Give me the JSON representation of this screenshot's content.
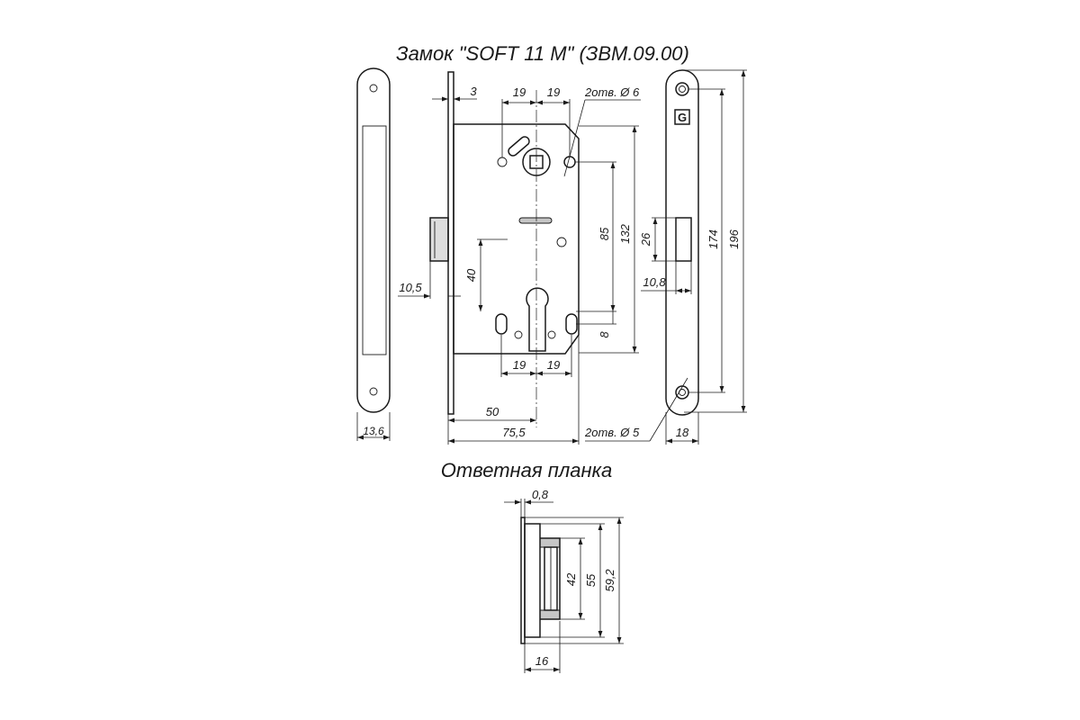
{
  "titles": {
    "lock": "Замок \"SOFT 11 M\" (ЗВМ.09.00)",
    "strike": "Ответная планка"
  },
  "dims": {
    "d3": "3",
    "d19a": "19",
    "d19b": "19",
    "holes6": "2отв. Ø 6",
    "d85": "85",
    "d132": "132",
    "d40": "40",
    "d105": "10,5",
    "d8": "8",
    "d19c": "19",
    "d19d": "19",
    "d50": "50",
    "d755": "75,5",
    "holes5": "2отв. Ø 5",
    "d136": "13,6",
    "d26": "26",
    "d108": "10,8",
    "d174": "174",
    "d196": "196",
    "d18": "18",
    "d08": "0,8",
    "d42": "42",
    "d55": "55",
    "d592": "59,2",
    "d16": "16"
  },
  "logo_text": "G"
}
